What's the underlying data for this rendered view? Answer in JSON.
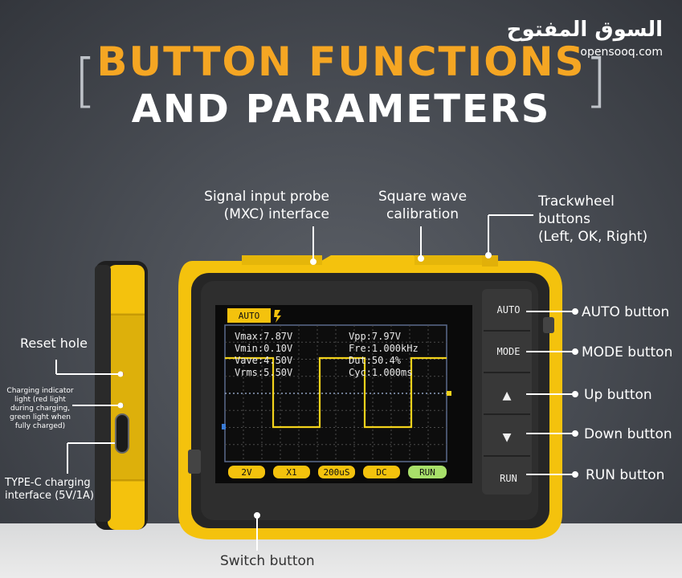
{
  "watermark": {
    "arabic": "السوق المفتوح",
    "latin": "opensooq.com"
  },
  "title": {
    "line1": "BUTTON FUNCTIONS",
    "line2": "AND PARAMETERS"
  },
  "labels": {
    "signal_probe_1": "Signal input probe",
    "signal_probe_2": "(MXC) interface",
    "square_wave_1": "Square wave",
    "square_wave_2": "calibration",
    "trackwheel_1": "Trackwheel",
    "trackwheel_2": "buttons",
    "trackwheel_3": "(Left, OK, Right)",
    "reset_hole": "Reset hole",
    "charging_1": "Charging indicator",
    "charging_2": "light (red light",
    "charging_3": "during charging,",
    "charging_4": "green light when",
    "charging_5": "fully charged)",
    "typec_1": "TYPE-C charging",
    "typec_2": "interface (5V/1A)",
    "auto_button": "AUTO button",
    "mode_button": "MODE button",
    "up_button": "Up button",
    "down_button": "Down button",
    "run_button": "RUN button",
    "switch_button": "Switch button"
  },
  "device": {
    "keys": {
      "auto": "AUTO",
      "mode": "MODE",
      "up": "▲",
      "down": "▼",
      "run": "RUN"
    },
    "screen": {
      "mode_tag": "AUTO",
      "readouts": [
        "Vmax:7.87V",
        "Vpp:7.97V",
        "Vmin:0.10V",
        "Fre:1.000kHz",
        "Vave:4.50V",
        "Dut:50.4%",
        "Vrms:5.50V",
        "Cyc:1.000ms"
      ],
      "bottom": [
        "2V",
        "X1",
        "200uS",
        "DC",
        "RUN"
      ]
    }
  },
  "colors": {
    "accent": "#f5a623",
    "device_yellow": "#f4c20d",
    "trace": "#f2d21b",
    "run_green": "#a8e06a"
  }
}
